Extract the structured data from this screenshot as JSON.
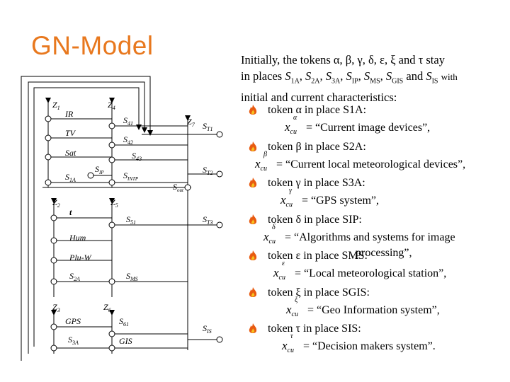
{
  "title": "GN-Model",
  "intro": {
    "line1": "Initially, the tokens α, β, γ, δ, ε, ξ and τ stay",
    "line2_prefix": "in places ",
    "places": [
      "S1A",
      "S2A",
      "S3A",
      "SIP",
      "SMS",
      "SGIS",
      "SIS"
    ],
    "line2_and": "and",
    "line2_with": "with",
    "line3": "initial and current characteristics:"
  },
  "tokens": [
    {
      "greek": "α",
      "label": "token α in place S1A:",
      "value": "= “Current image devices”,"
    },
    {
      "greek": "β",
      "label": "token β in place S2A:",
      "value": "= “Current local meteorological devices”,"
    },
    {
      "greek": "γ",
      "label": "token γ in place S3A:",
      "value": "= “GPS system”,"
    },
    {
      "greek": "δ",
      "label": "token δ in place SIP:",
      "value": "= “Algorithms and systems for image",
      "value2": "processing”,"
    },
    {
      "greek": "ε",
      "label": "token ε in place SMS:",
      "value": "= “Local meteorological station”,"
    },
    {
      "greek": "ξ",
      "label": "token ξ in place SGIS:",
      "value": "= “Geo Information system”,"
    },
    {
      "greek": "τ",
      "label": "token τ in place SIS:",
      "value": "= “Decision makers system”."
    }
  ],
  "formula_symbol": "x",
  "formula_sub": "cu",
  "diagram": {
    "transitions": [
      "Z1",
      "Z4",
      "Z7",
      "Z2",
      "Z5",
      "Z3",
      "Z6"
    ],
    "places_left": [
      "IR",
      "TV",
      "Sat",
      "S1A",
      "t",
      "Hum",
      "Plu-W",
      "S2A",
      "GPS",
      "S3A",
      "GIS"
    ],
    "places_mid": [
      "S41",
      "S42",
      "S43",
      "SIP",
      "SINTP",
      "S51",
      "SMS",
      "S61"
    ],
    "places_right": [
      "ST1",
      "ST2",
      "Sout",
      "ST3",
      "SIS"
    ]
  },
  "colors": {
    "title": "#e8781e",
    "flame": "#e85a10"
  }
}
